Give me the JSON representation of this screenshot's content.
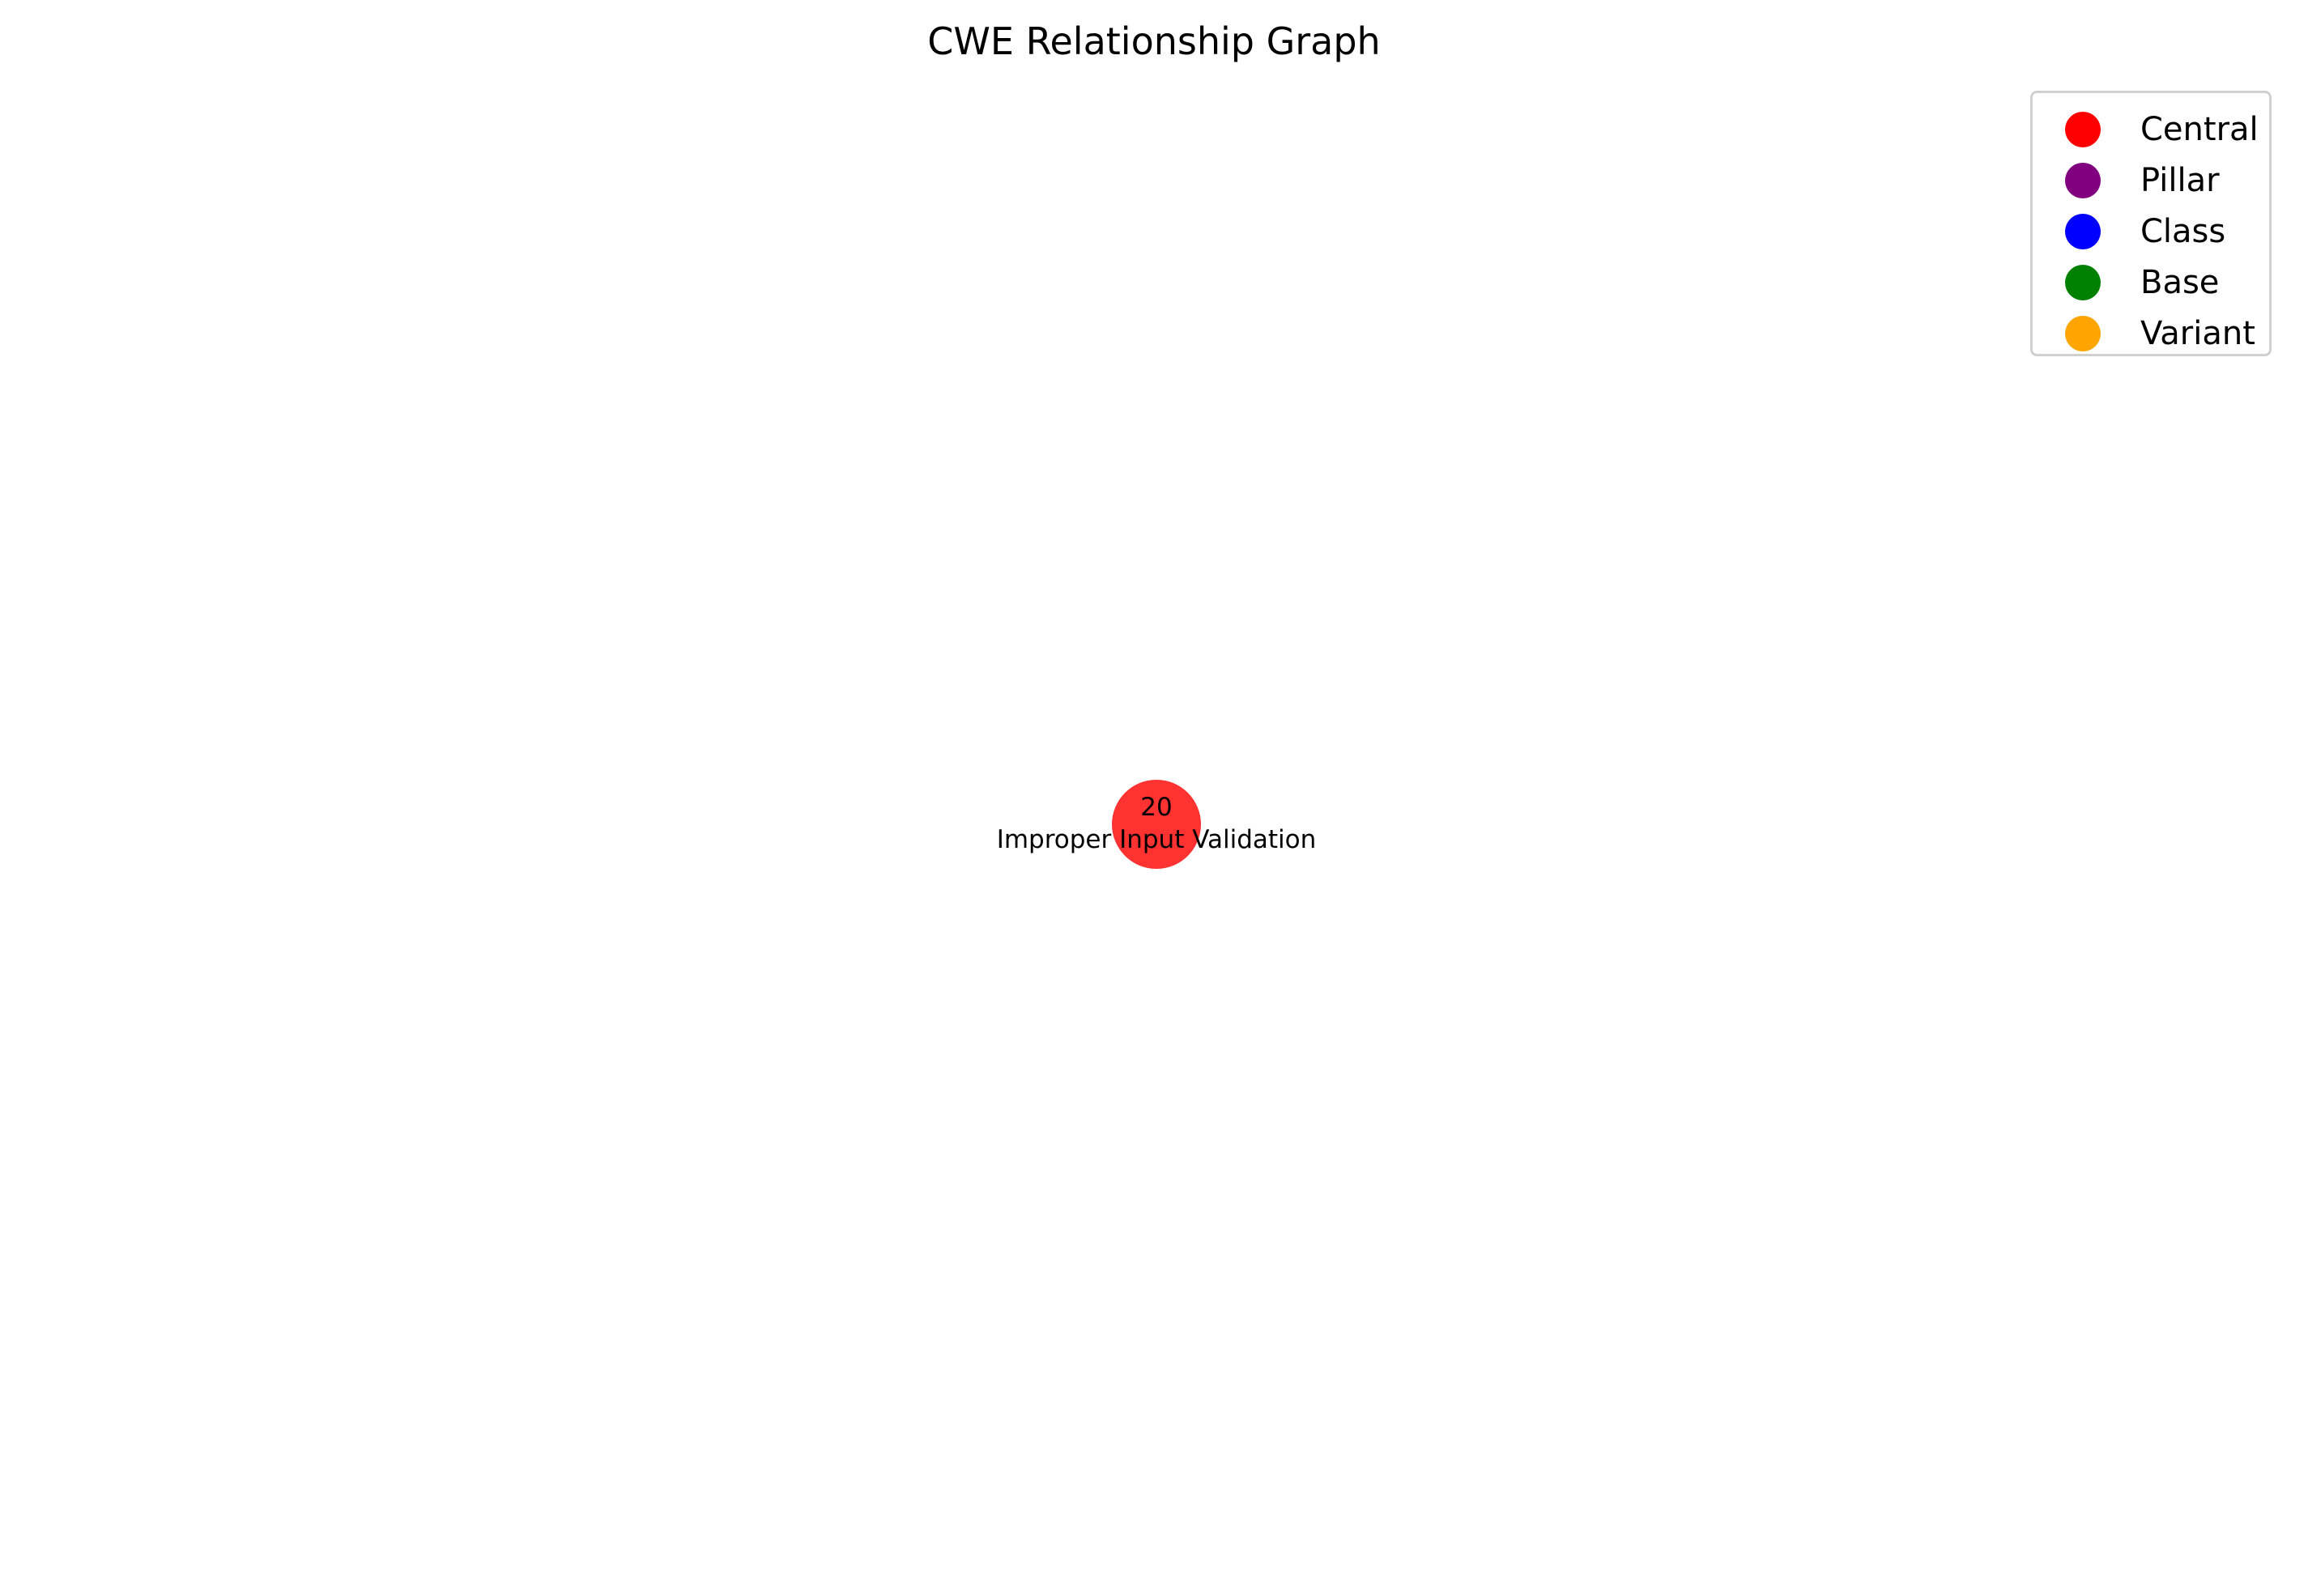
{
  "title": "CWE Relationship Graph",
  "legend": {
    "items": [
      {
        "label": "Central",
        "color": "#ff0000"
      },
      {
        "label": "Pillar",
        "color": "#800080"
      },
      {
        "label": "Class",
        "color": "#0000ff"
      },
      {
        "label": "Base",
        "color": "#008000"
      },
      {
        "label": "Variant",
        "color": "#ffa500"
      }
    ]
  },
  "nodes": [
    {
      "id": "20",
      "name": "Improper Input Validation",
      "type": "Central",
      "color": "#ff0000"
    }
  ],
  "edges": []
}
